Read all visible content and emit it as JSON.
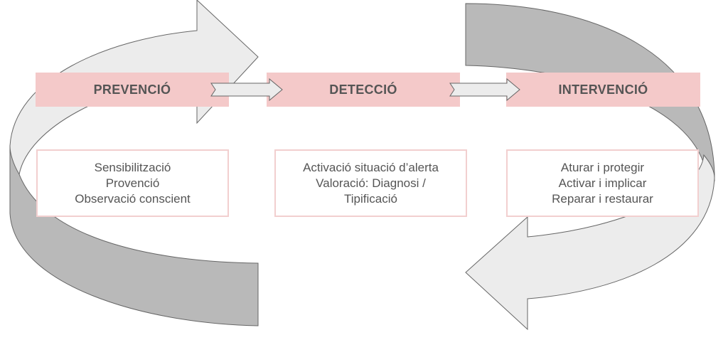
{
  "stages": [
    {
      "title": "PREVENCIÓ",
      "items": [
        "Sensibilització",
        "Provenció",
        "Observació conscient"
      ]
    },
    {
      "title": "DETECCIÓ",
      "items": [
        "Activació situació d’alerta",
        "Valoració: Diagnosi /",
        "Tipificació"
      ]
    },
    {
      "title": "INTERVENCIÓ",
      "items": [
        "Aturar i protegir",
        "Activar i implicar",
        "Reparar i restaurar"
      ]
    }
  ],
  "colors": {
    "stage_fill": "#f4c9c9",
    "arrow_light": "#ececec",
    "arrow_dark": "#b9b9b9",
    "outline": "#666666"
  }
}
